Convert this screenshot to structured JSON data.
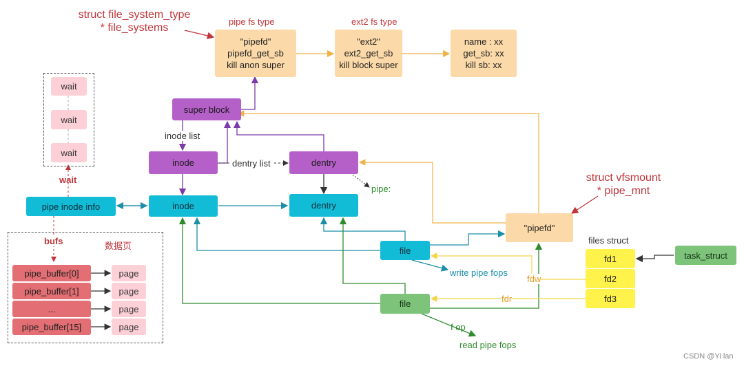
{
  "titles": {
    "file_systems": [
      "struct file_system_type",
      "* file_systems"
    ],
    "vfsmount": [
      "struct vfsmount",
      "* pipe_mnt"
    ]
  },
  "fs_types": {
    "pipe_label": "pipe fs type",
    "pipe_lines": [
      "\"pipefd\"",
      "pipefd_get_sb",
      "kill anon super"
    ],
    "ext2_label": "ext2 fs type",
    "ext2_lines": [
      "\"ext2\"",
      "ext2_get_sb",
      "kill block super"
    ],
    "generic_lines": [
      "name :  xx",
      "get_sb:  xx",
      "kill sb:  xx"
    ]
  },
  "nodes": {
    "super_block": "super block",
    "inode_top": "inode",
    "dentry_top": "dentry",
    "pipe_inode_info": "pipe inode info",
    "inode_mid": "inode",
    "dentry_mid": "dentry",
    "pipefd_mount": "\"pipefd\"",
    "file_write": "file",
    "file_read": "file",
    "task_struct": "task_struct"
  },
  "wait_queue": [
    "wait",
    "wait",
    "wait"
  ],
  "files_struct": {
    "title": "files struct",
    "fds": [
      "fd1",
      "fd2",
      "fd3"
    ]
  },
  "buffers": {
    "pipe_buffers": [
      "pipe_buffer[0]",
      "pipe_buffer[1]",
      "...",
      "pipe_buffer[15]"
    ],
    "pages": [
      "page",
      "page",
      "page",
      "page"
    ],
    "data_page_label": "数据页"
  },
  "labels": {
    "inode_list": "inode list",
    "dentry_list": "dentry list",
    "wait": "wait",
    "bufs": "bufs",
    "pipe_colon": "pipe:",
    "write_pipe_fops": "write pipe fops",
    "fdw": "fdw",
    "fdr": "fdr",
    "f_op": "f op",
    "read_pipe_fops": "read pipe fops",
    "watermark": "CSDN @Yi lan"
  },
  "colors": {
    "orange": "#fbd9a8",
    "purple": "#b55fc8",
    "cyan": "#12bcd6",
    "green": "#7dc47a",
    "yellow": "#fff24a",
    "pink": "#fdd0d8",
    "red": "#e36f74",
    "title_red": "#c0353a"
  }
}
